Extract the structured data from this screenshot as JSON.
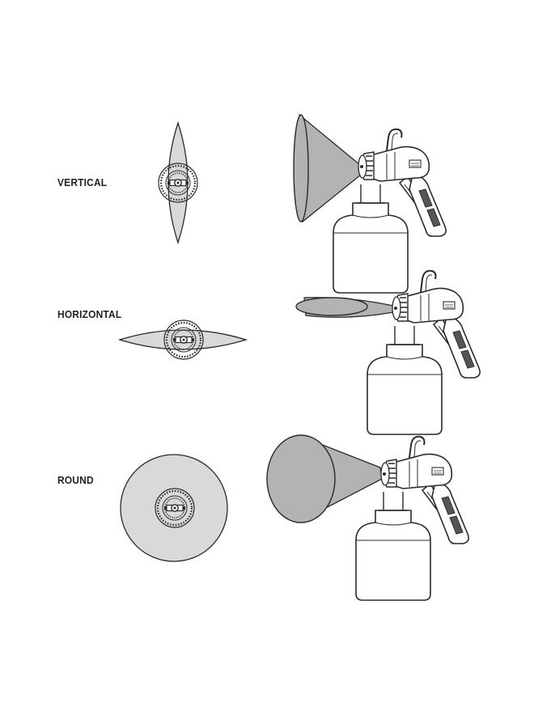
{
  "labels": {
    "vertical": "VERTICAL",
    "horizontal": "HORIZONTAL",
    "round": "ROUND"
  },
  "colors": {
    "ink": "#2a2a2a",
    "spray_fill": "#b3b3b3",
    "pattern_fill": "#d9d9d9",
    "background": "#ffffff"
  },
  "icons": {
    "vertical_pattern": "vertical-spray-pattern-icon",
    "horizontal_pattern": "horizontal-spray-pattern-icon",
    "round_pattern": "round-spray-pattern-icon",
    "spray_gun": "spray-gun-icon"
  }
}
